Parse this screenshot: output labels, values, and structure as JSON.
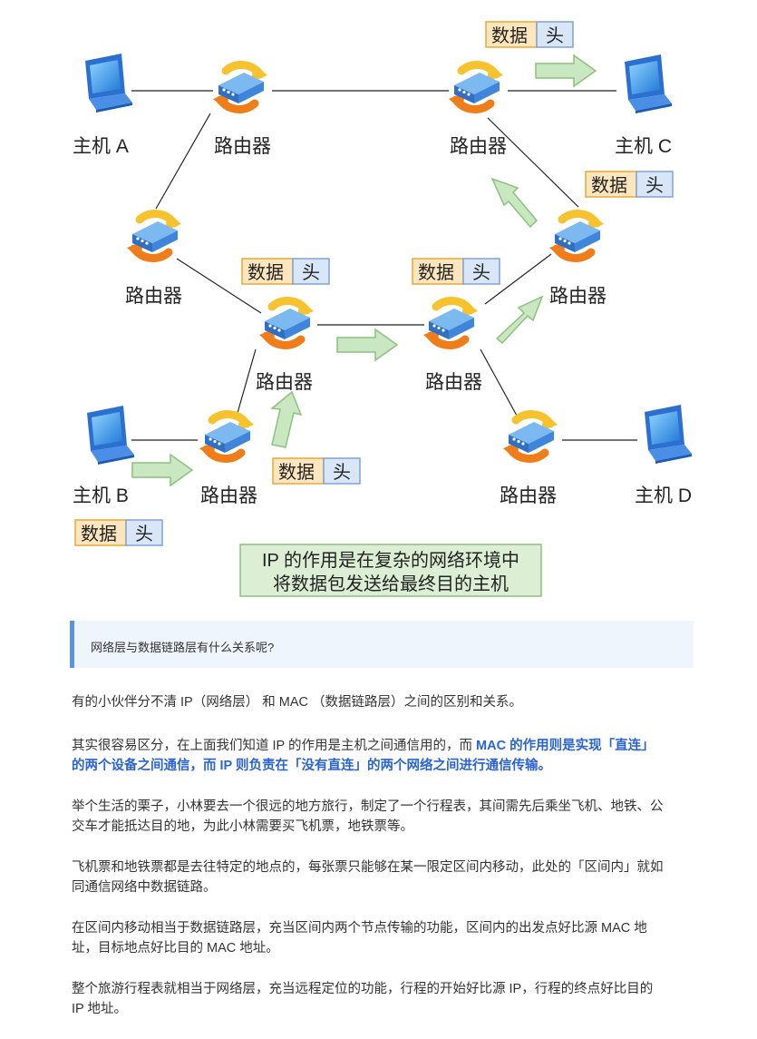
{
  "diagram": {
    "hosts": {
      "a": "主机 A",
      "b": "主机 B",
      "c": "主机 C",
      "d": "主机 D"
    },
    "router_label": "路由器",
    "packet": {
      "data": "数据",
      "head": "头"
    },
    "caption": [
      "IP 的作用是在复杂的网络环境中",
      "将数据包发送给最终目的主机"
    ]
  },
  "callout": {
    "text": "网络层与数据链路层有什么关系呢?"
  },
  "paragraphs": {
    "p1": "有的小伙伴分不清 IP（网络层） 和 MAC （数据链路层）之间的区别和关系。",
    "p2_pre": "其实很容易区分，在上面我们知道 IP 的作用是主机之间通信用的，而 ",
    "p2_bold_1": "MAC 的作用则是实现「直连」",
    "p2_bold_2": "的两个设备之间通信，而 IP 则负责在「没有直连」的两个网络之间进行通信传输。",
    "p3_line1": "举个生活的栗子，小林要去一个很远的地方旅行，制定了一个行程表，其间需先后乘坐飞机、地铁、公",
    "p3_line2": "交车才能抵达目的地，为此小林需要买飞机票，地铁票等。",
    "p4_line1": "飞机票和地铁票都是去往特定的地点的，每张票只能够在某一限定区间内移动，此处的「区间内」就如",
    "p4_line2": "同通信网络中数据链路。",
    "p5_line1": "在区间内移动相当于数据链路层，充当区间内两个节点传输的功能，区间内的出发点好比源 MAC 地",
    "p5_line2": "址，目标地点好比目的 MAC 地址。",
    "p6_line1": "整个旅游行程表就相当于网络层，充当远程定位的功能，行程的开始好比源 IP，行程的终点好比目的",
    "p6_line2": "IP 地址。"
  }
}
